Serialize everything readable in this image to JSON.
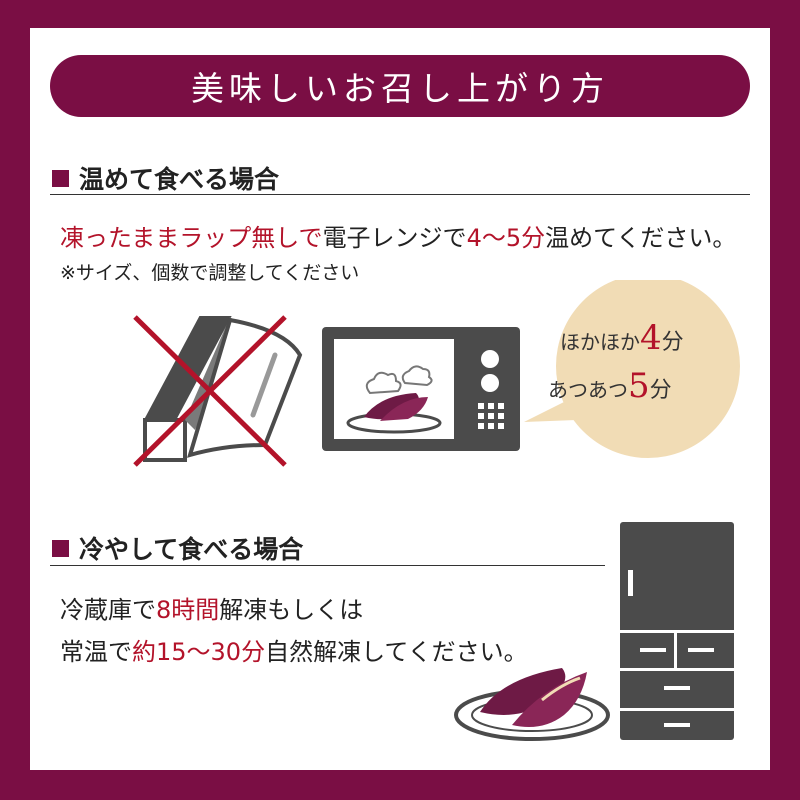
{
  "title": "美味しいお召し上がり方",
  "warm_section": {
    "heading": "温めて食べる場合",
    "instruction": {
      "part1": "凍ったままラップ無しで",
      "part2": "電子レンジで",
      "part3": "4〜5分",
      "part4": "温めてください。"
    },
    "note": "※サイズ、個数で調整してください",
    "bubble": {
      "line1_label": "ほかほか",
      "line1_num": "4",
      "line1_unit": "分",
      "line2_label": "あつあつ",
      "line2_num": "5",
      "line2_unit": "分"
    }
  },
  "cold_section": {
    "heading": "冷やして食べる場合",
    "line1": {
      "part1": "冷蔵庫で",
      "part2": "8時間",
      "part3": "解凍もしくは"
    },
    "line2": {
      "part1": "常温で",
      "part2": "約15〜30分",
      "part3": "自然解凍してください。"
    }
  },
  "colors": {
    "brand": "#7a0e44",
    "accent_red": "#b3132a",
    "bubble": "#f1dcb5",
    "appliance": "#4b4b4b",
    "potato": "#6e1a45"
  },
  "icons": [
    "no-wrap-icon",
    "microwave-icon",
    "speech-bubble-icon",
    "fridge-icon",
    "sweet-potato-plate-icon"
  ]
}
